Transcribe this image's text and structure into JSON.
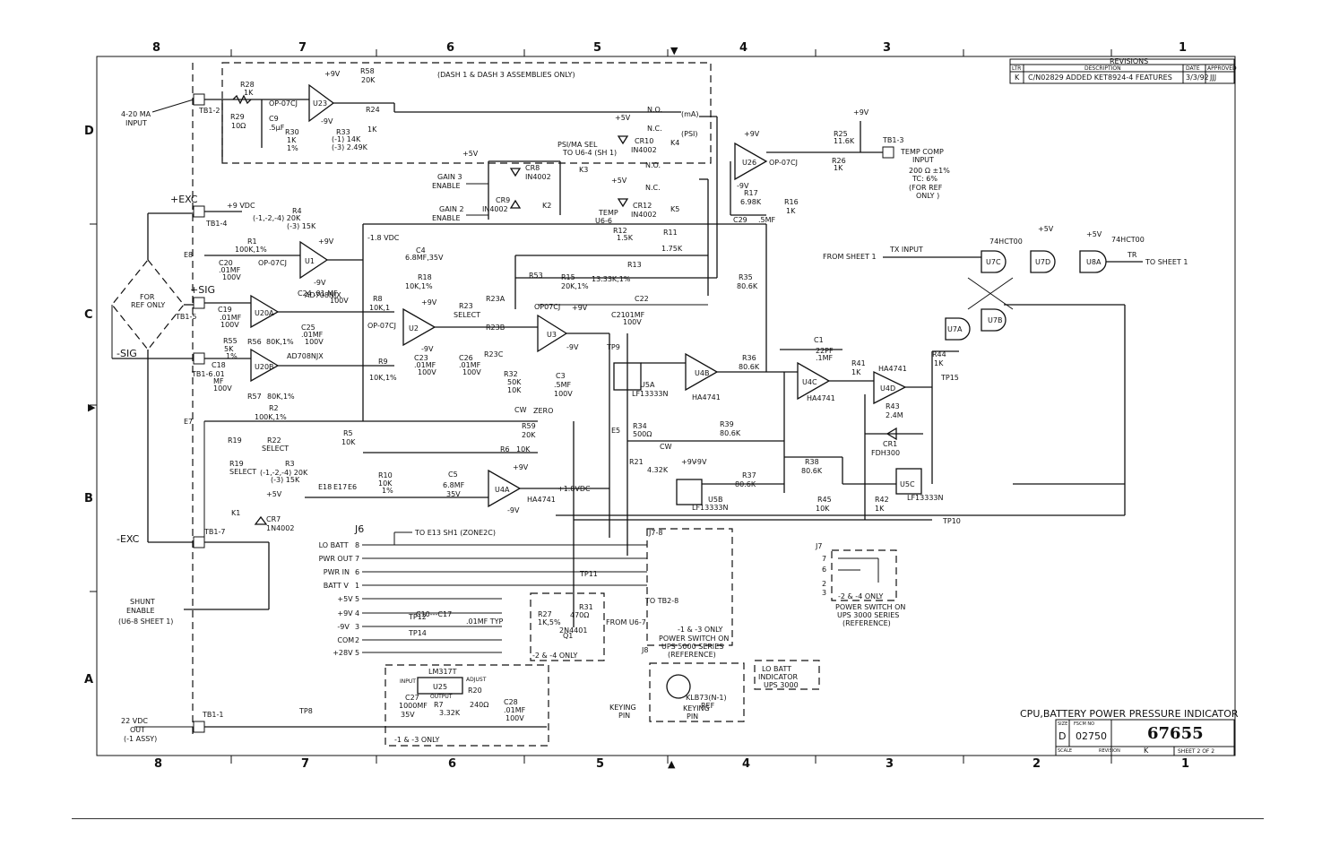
{
  "zones": {
    "columns": [
      "8",
      "7",
      "6",
      "5",
      "4",
      "3",
      "2",
      "1"
    ],
    "rows": [
      "D",
      "C",
      "B",
      "A"
    ]
  },
  "revisions": {
    "heading": "REVISIONS",
    "cols": [
      "LTR",
      "DESCRIPTION",
      "DATE",
      "APPROVED"
    ],
    "row": {
      "ltr": "K",
      "desc": "C/N02829 ADDED KET8924-4 FEATURES",
      "date": "3/3/92",
      "appr": "JJJ"
    }
  },
  "title_block": {
    "title": "CPU,BATTERY POWER PRESSURE INDICATOR",
    "size_label": "SIZE",
    "size": "D",
    "fscm_label": "FSCM NO",
    "fscm": "02750",
    "dwg_no": "67655",
    "scale_label": "SCALE",
    "rev_label": "REVISION",
    "rev": "K",
    "sheet": "SHEET 2 OF 2"
  },
  "notes": {
    "dash_assemblies": "(DASH 1 & DASH 3 ASSEMBLIES ONLY)",
    "ps_sel": "PSI/MA SEL",
    "ps_sel_to": "TO U6-4 (SH 1)",
    "dash13": "-1 & -3 ONLY",
    "dash13b": "-1 & -3 ONLY",
    "dash24": "-2 & -4 ONLY",
    "dash24b": "-2 & -4 ONLY",
    "pwr_sw_1": "POWER SWITCH ON",
    "pwr_sw_2": "UPS 5000 SERIES",
    "pwr_sw_3": "(REFERENCE)",
    "pwr_sw_b1": "POWER SWITCH ON",
    "pwr_sw_b2": "UPS 3000 SERIES",
    "pwr_sw_b3": "(REFERENCE)",
    "lo_batt_1": "LO BATT",
    "lo_batt_2": "INDICATOR",
    "lo_batt_3": "UPS 3000",
    "temp_comp_1": "TEMP COMP",
    "temp_comp_2": "INPUT",
    "temp_comp_3": "200 Ω ±1%",
    "temp_comp_4": "TC: 6%",
    "temp_comp_5": "(FOR REF",
    "temp_comp_6": "ONLY )",
    "for_ref": "FOR",
    "for_ref2": "REF ONLY",
    "from_sheet": "FROM SHEET 1",
    "tx_input": "TX INPUT",
    "to_sheet": "TO SHEET 1",
    "tr": "TR",
    "shunt_1": "SHUNT",
    "shunt_2": "ENABLE",
    "shunt_3": "(U6-8 SHEET 1)",
    "out_1": "22 VDC",
    "out_2": "OUT",
    "out_3": "(-1 ASSY)",
    "in_1": "4-20 MA",
    "in_2": "INPUT",
    "gain3_1": "GAIN 3",
    "gain3_2": "ENABLE",
    "gain2_1": "GAIN 2",
    "gain2_2": "ENABLE",
    "temp_u6": "TEMP",
    "temp_u6b": "U6-6",
    "to_e13": "TO E13 SH1 (ZONE2C)",
    "to_tb2": "TO TB2-8",
    "from_u6": "FROM U6-7",
    "keying_pin": "KEYING",
    "keying_pin2": "PIN",
    "keying_pin3": "KEYING",
    "keying_pin4": "PIN",
    "zero": "ZERO",
    "cw": "CW",
    "minus18": "-1.8 VDC",
    "plus18": "+1.8VDC",
    "plus9vdc": "+9 VDC",
    "ma": "(mA)",
    "psi": "(PSI)"
  },
  "terminals": {
    "tb12": "TB1-2",
    "tb13": "TB1-3",
    "tb14": "TB1-4",
    "tb15": "TB1-5",
    "tb16": "TB1-6",
    "tb17": "TB1-7",
    "tb11": "TB1-1",
    "plus_exc": "+EXC",
    "minus_exc": "-EXC",
    "plus_sig": "+SIG",
    "minus_sig": "-SIG",
    "e8": "E8",
    "e7": "E7",
    "e5": "E5",
    "e18": "E18",
    "e17": "E17",
    "e6": "E6",
    "tp8": "TP8",
    "tp9": "TP9",
    "tp10": "TP10",
    "tp11": "TP11",
    "tp12": "TP12",
    "tp14": "TP14",
    "tp15": "TP15"
  },
  "j6": {
    "label": "J6",
    "pins": [
      "LO BATT",
      "PWR OUT",
      "PWR IN",
      "BATT V",
      "+5V",
      "+9V",
      "-9V",
      "COM",
      "+28V"
    ],
    "nums": [
      "8",
      "7",
      "6",
      "1",
      "5",
      "4",
      "3",
      "2",
      "5"
    ]
  },
  "j7": {
    "label": "J7-8",
    "label2": "J7",
    "pins": [
      "7",
      "6",
      "2",
      "3"
    ]
  },
  "j8": {
    "label": "J8",
    "part": "KLB73(N-1)",
    "ref": "REF"
  },
  "components": {
    "u23": "U23",
    "u23p": "OP-07CJ",
    "u1": "U1",
    "u1p": "OP-07CJ",
    "u20a": "U20A",
    "u20b": "U20B",
    "u20p": "AD708NJX",
    "u20p2": "AD708NJX",
    "u2": "U2",
    "u2p": "OP-07CJ",
    "u3": "U3",
    "u3p": "OP07CJ",
    "u4a": "U4A",
    "u4ap": "HA4741",
    "u4b": "U4B",
    "u4bp": "HA4741",
    "u4c": "U4C",
    "u4cp": "HA4741",
    "u4d": "U4D",
    "u4dp": "HA4741",
    "u5a": "U5A",
    "u5ap": "LF13333N",
    "u5b": "U5B",
    "u5bp": "LF13333N",
    "u5c": "U5C",
    "u5cp": "LF13333N",
    "u26": "U26",
    "u26p": "OP-07CJ",
    "u7a": "U7A",
    "u7b": "U7B",
    "u7c": "U7C",
    "u7d": "U7D",
    "u7p": "74HCT00",
    "u8a": "U8A",
    "u8p": "74HCT00",
    "u25": "U25",
    "u25p": "LM317T",
    "q1": "Q1",
    "q1p": "2N4401",
    "k1": "K1",
    "k2": "K2",
    "k3": "K3",
    "k4": "K4",
    "k5": "K5",
    "cr7": "CR7",
    "cr7p": "1N4002",
    "cr8": "CR8",
    "cr8p": "IN4002",
    "cr9": "CR9",
    "cr9p": "IN4002",
    "cr10": "CR10",
    "cr10p": "IN4002",
    "cr12": "CR12",
    "cr12p": "IN4002",
    "cr1": "CR1",
    "cr1p": "FDH300"
  },
  "values": {
    "r28": "R28",
    "r28v": "1K",
    "r29": "R29",
    "r29v": "10Ω",
    "c9": "C9",
    "c9v": ".5μF",
    "r30": "R30",
    "r30v": "1K",
    "r30t": "1%",
    "r58": "R58",
    "r58v": "20K",
    "r24": "R24",
    "r24v": "1K",
    "r33": "R33",
    "r33v": "(-1) 14K",
    "r33v2": "(-3) 2.49K",
    "r4": "R4",
    "r4v": "(-1,-2,-4) 20K",
    "r4v2": "(-3) 15K",
    "r1": "R1",
    "r1v": "100K,1%",
    "c20": "C20",
    "c20v": ".01MF",
    "c20v2": "100V",
    "c4": "C4",
    "c4v": "6.8MF,35V",
    "r18": "R18",
    "r18v": "10K,1%",
    "r8": "R8",
    "r8v": "10K,1",
    "r23": "R23",
    "r23v": "SELECT",
    "r23a": "R23A",
    "r23b": "R23B",
    "r23c": "R23C",
    "c24": "C24",
    "c24v": ".01 MF",
    "c24v2": "100V",
    "c19": "C19",
    "c19v": ".01MF",
    "c19v2": "100V",
    "c25": "C25",
    "c25v": ".01MF",
    "c25v2": "100V",
    "r55": "R55",
    "r55v": "5K",
    "r55t": "1%",
    "r56": "R56",
    "r56v": "80K,1%",
    "c18": "C18",
    "c18v": ".01",
    "c18v2": "MF",
    "c18v3": "100V",
    "r57": "R57",
    "r57v": "80K,1%",
    "r9": "R9",
    "r9v": "10K,1%",
    "c23": "C23",
    "c23v": ".01MF",
    "c23v2": "100V",
    "c26": "C26",
    "c26v": ".01MF",
    "c26v2": "100V",
    "r32": "R32",
    "r32v": "50K",
    "r32v2": "10K",
    "r59": "R59",
    "r59v": "20K",
    "c3": "C3",
    "c3v": ".5MF",
    "c3v2": "100V",
    "r2": "R2",
    "r2v": "100K,1%",
    "r22": "R22",
    "r22v": "SELECT",
    "r19": "R19",
    "r19v": "SELECT",
    "r3": "R3",
    "r3v": "(-1,-2,-4) 20K",
    "r3v2": "(-3) 15K",
    "r5": "R5",
    "r5v": "10K",
    "r10": "R10",
    "r10v": "10K",
    "r10t": "1%",
    "c5": "C5",
    "c5v": "6.8MF",
    "c5v2": "35V",
    "r6": "R6",
    "r6v": "10K",
    "r12": "R12",
    "r12v": "1.5K",
    "r11": "R11",
    "r11v": "1.75K",
    "r13": "R13",
    "r13v": "13.33K,1%",
    "r15": "R15",
    "r15v": "20K,1%",
    "r53": "R53",
    "c22": "C22",
    "c21": "C21",
    "c21v": ".01MF",
    "c21v2": "100V",
    "r36": "R36",
    "r36v": "80.6K",
    "r35": "R35",
    "r35v": "80.6K",
    "c1": "C1",
    "c1v": "22PF",
    "c1v2": ".1MF",
    "r41": "R41",
    "r41v": "1K",
    "r44": "R44",
    "r44v": "1K",
    "r43": "R43",
    "r43v": "2.4M",
    "r34": "R34",
    "r34v": "500Ω",
    "r39": "R39",
    "r39v": "80.6K",
    "r21": "R21",
    "r21v": "4.32K",
    "r37": "R37",
    "r37v": "80.6K",
    "r38": "R38",
    "r38v": "80.6K",
    "r45": "R45",
    "r45v": "10K",
    "r42": "R42",
    "r42v": "1K",
    "r25": "R25",
    "r25v": "11.6K",
    "r26": "R26",
    "r26v": "1K",
    "r17": "R17",
    "r17v": "6.98K",
    "r16": "R16",
    "r16v": "1K",
    "c29": "C29",
    "c29v": ".5MF",
    "r27": "R27",
    "r27v": "1K,5%",
    "r31": "R31",
    "r31v": "470Ω",
    "c10": "C10---C17",
    "c10v": ".01MF TYP",
    "c27": "C27",
    "c27v": "1000MF",
    "c27v2": "35V",
    "r7": "R7",
    "r7v": "3.32K",
    "r20": "R20",
    "r20v": "240Ω",
    "c28": "C28",
    "c28v": ".01MF",
    "c28v2": "100V",
    "input": "INPUT",
    "output": "OUTPUT",
    "adjust": "ADJUST"
  },
  "rails": {
    "p9": "+9V",
    "m9": "-9V",
    "p5": "+5V"
  }
}
